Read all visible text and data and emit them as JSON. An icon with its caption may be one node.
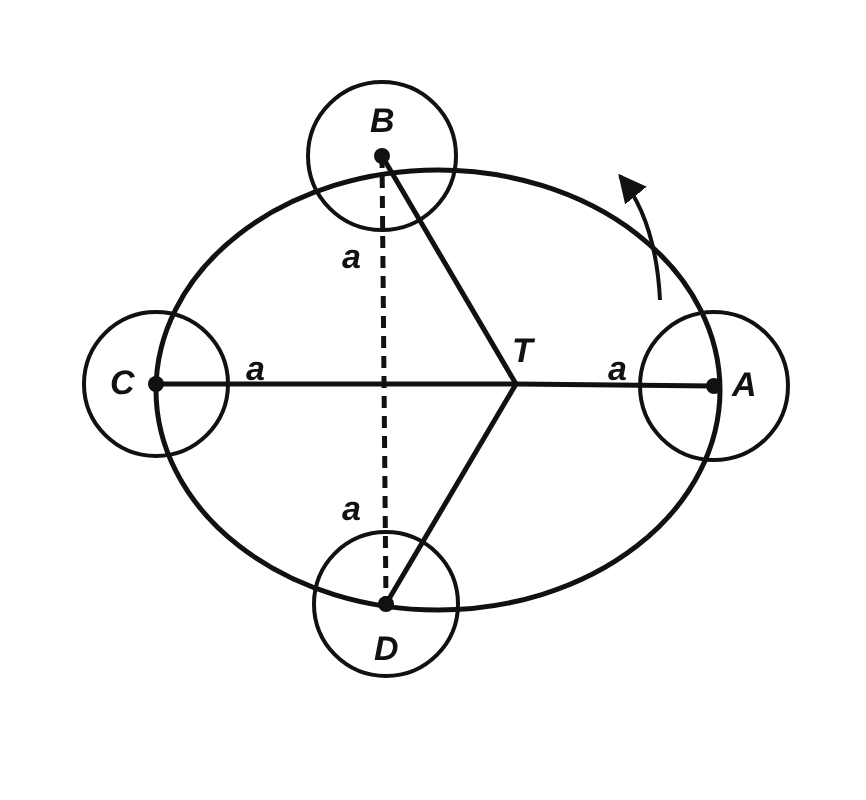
{
  "diagram": {
    "nodes": [
      {
        "text": [
          "B"
        ]
      },
      {
        "text": [
          "C"
        ]
      },
      {
        "text": [
          "T"
        ]
      },
      {
        "text": [
          "A"
        ]
      },
      {
        "text": [
          "D"
        ]
      }
    ],
    "edges": [
      {
        "from": 2,
        "to": 0,
        "arrow": "none"
      },
      {
        "from": 1,
        "to": 2,
        "arrow": "none"
      },
      {
        "from": 2,
        "to": 3,
        "arrow": "none"
      },
      {
        "from": 2,
        "to": 4,
        "arrow": "none"
      },
      {
        "from": 0,
        "to": 4,
        "arrow": "none",
        "style": "dashed"
      }
    ],
    "labels": [
      "a",
      "a",
      "a",
      "a"
    ]
  }
}
